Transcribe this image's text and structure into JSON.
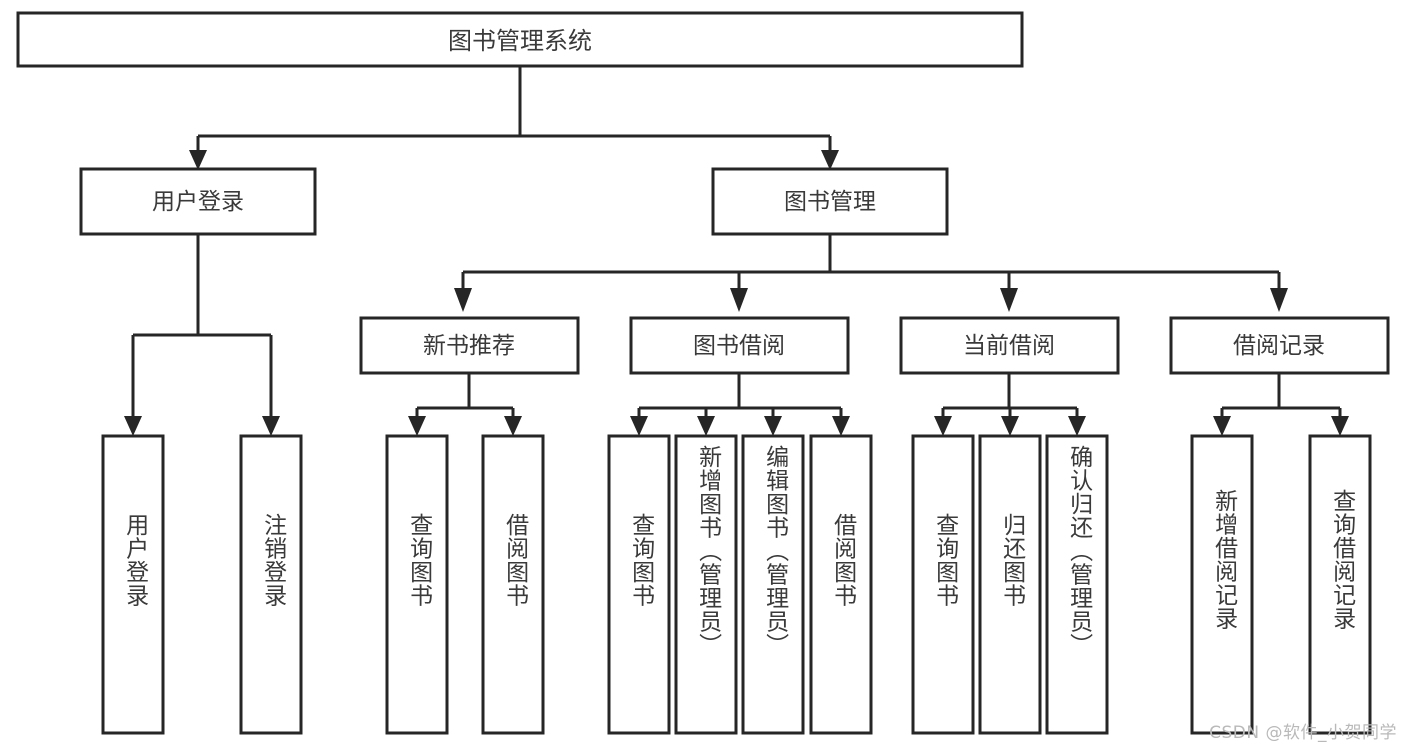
{
  "diagram": {
    "title": "图书管理系统",
    "watermark": "CSDN @软件_小贺同学",
    "colors": {
      "stroke": "#262626",
      "box_fill": "#ffffff",
      "text": "#3a3a3a",
      "background": "#ffffff",
      "watermark": "#b9b9b9"
    },
    "levels": {
      "root": {
        "label": "图书管理系统"
      },
      "level2": [
        {
          "label": "用户登录"
        },
        {
          "label": "图书管理"
        }
      ],
      "level3": [
        {
          "label": "新书推荐"
        },
        {
          "label": "图书借阅"
        },
        {
          "label": "当前借阅"
        },
        {
          "label": "借阅记录"
        }
      ],
      "leaves_user_login": [
        {
          "label": "用户登录"
        },
        {
          "label": "注销登录"
        }
      ],
      "leaves_new_book": [
        {
          "label": "查询图书"
        },
        {
          "label": "借阅图书"
        }
      ],
      "leaves_borrow": [
        {
          "label": "查询图书"
        },
        {
          "label": "新增图书（管理员）"
        },
        {
          "label": "编辑图书（管理员）"
        },
        {
          "label": "借阅图书"
        }
      ],
      "leaves_current": [
        {
          "label": "查询图书"
        },
        {
          "label": "归还图书"
        },
        {
          "label": "确认归还（管理员）"
        }
      ],
      "leaves_records": [
        {
          "label": "新增借阅记录"
        },
        {
          "label": "查询借阅记录"
        }
      ]
    }
  }
}
